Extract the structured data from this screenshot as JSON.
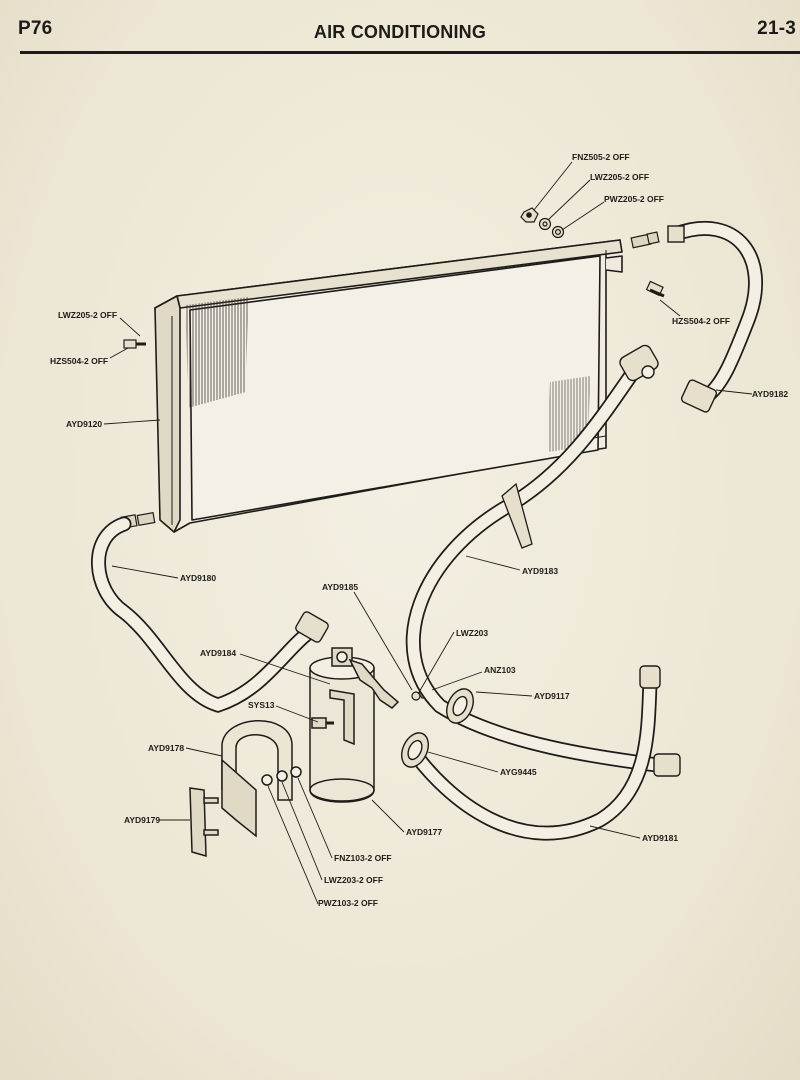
{
  "header": {
    "page_code": "P76",
    "title": "AIR CONDITIONING",
    "section": "21-3"
  },
  "parts": [
    {
      "id": "fnz505",
      "label": "FNZ505-2 OFF"
    },
    {
      "id": "lwz205-top",
      "label": "LWZ205-2 OFF"
    },
    {
      "id": "pwz205",
      "label": "PWZ205-2 OFF"
    },
    {
      "id": "hzs504-right",
      "label": "HZS504-2 OFF"
    },
    {
      "id": "lwz205-left",
      "label": "LWZ205-2 OFF"
    },
    {
      "id": "hzs504-left",
      "label": "HZS504-2 OFF"
    },
    {
      "id": "ayd9182",
      "label": "AYD9182"
    },
    {
      "id": "ayd9120",
      "label": "AYD9120"
    },
    {
      "id": "ayd9183",
      "label": "AYD9183"
    },
    {
      "id": "ayd9180",
      "label": "AYD9180"
    },
    {
      "id": "ayd9185",
      "label": "AYD9185"
    },
    {
      "id": "lwz203",
      "label": "LWZ203"
    },
    {
      "id": "anz103",
      "label": "ANZ103"
    },
    {
      "id": "ayd9184",
      "label": "AYD9184"
    },
    {
      "id": "ayd9117",
      "label": "AYD9117"
    },
    {
      "id": "sys13",
      "label": "SYS13"
    },
    {
      "id": "ayd9178",
      "label": "AYD9178"
    },
    {
      "id": "ayg9445",
      "label": "AYG9445"
    },
    {
      "id": "ayd9179",
      "label": "AYD9179"
    },
    {
      "id": "ayd9177",
      "label": "AYD9177"
    },
    {
      "id": "ayd9181",
      "label": "AYD9181"
    },
    {
      "id": "fnz103",
      "label": "FNZ103-2 OFF"
    },
    {
      "id": "lwz203-off",
      "label": "LWZ203-2 OFF"
    },
    {
      "id": "pwz103",
      "label": "PWZ103-2 OFF"
    }
  ]
}
